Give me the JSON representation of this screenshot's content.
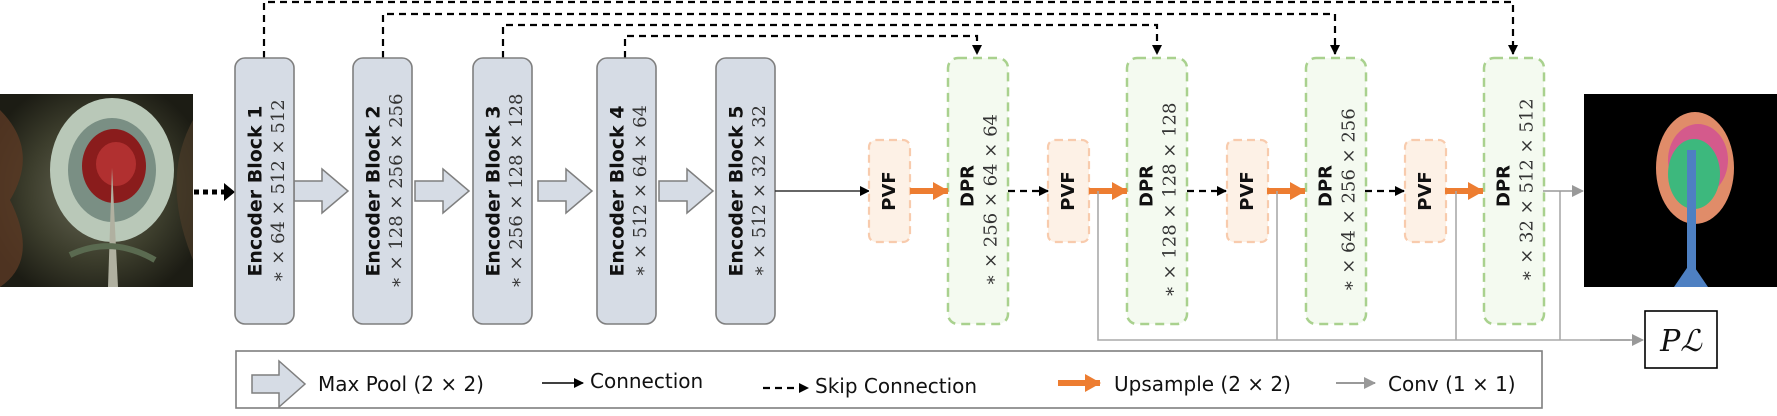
{
  "encoders": [
    {
      "title": "Encoder Block 1",
      "dims": "∗ × 64 × 512 × 512"
    },
    {
      "title": "Encoder Block 2",
      "dims": "∗ × 128 × 256 × 256"
    },
    {
      "title": "Encoder Block 3",
      "dims": "∗ × 256 × 128 × 128"
    },
    {
      "title": "Encoder Block 4",
      "dims": "∗ × 512 × 64 × 64"
    },
    {
      "title": "Encoder Block 5",
      "dims": "∗ × 512 × 32 × 32"
    }
  ],
  "decoders": [
    {
      "title": "DPR",
      "dims": "∗ × 256 × 64 × 64"
    },
    {
      "title": "DPR",
      "dims": "∗ × 128 × 128 × 128"
    },
    {
      "title": "DPR",
      "dims": "∗ × 64 × 256 × 256"
    },
    {
      "title": "DPR",
      "dims": "∗ × 32 × 512 × 512"
    }
  ],
  "pvf_label": "PVF",
  "loss_label": "𝑃ℒ",
  "legend": {
    "maxpool": "Max Pool (2 × 2)",
    "connection": "Connection",
    "skip": "Skip Connection",
    "upsample": "Upsample (2 × 2)",
    "conv": "Conv (1 × 1)"
  },
  "colors": {
    "encoder_fill": "#d6dce5",
    "encoder_stroke": "#7f7f7f",
    "decoder_stroke": "#a9d18e",
    "decoder_fill": "#f4faf0",
    "pvf_stroke": "#f8cbad",
    "pvf_fill": "#fdf1e6",
    "upsample_arrow": "#ed7d31",
    "conv_arrow": "#999999",
    "skip_line": "#000000"
  }
}
